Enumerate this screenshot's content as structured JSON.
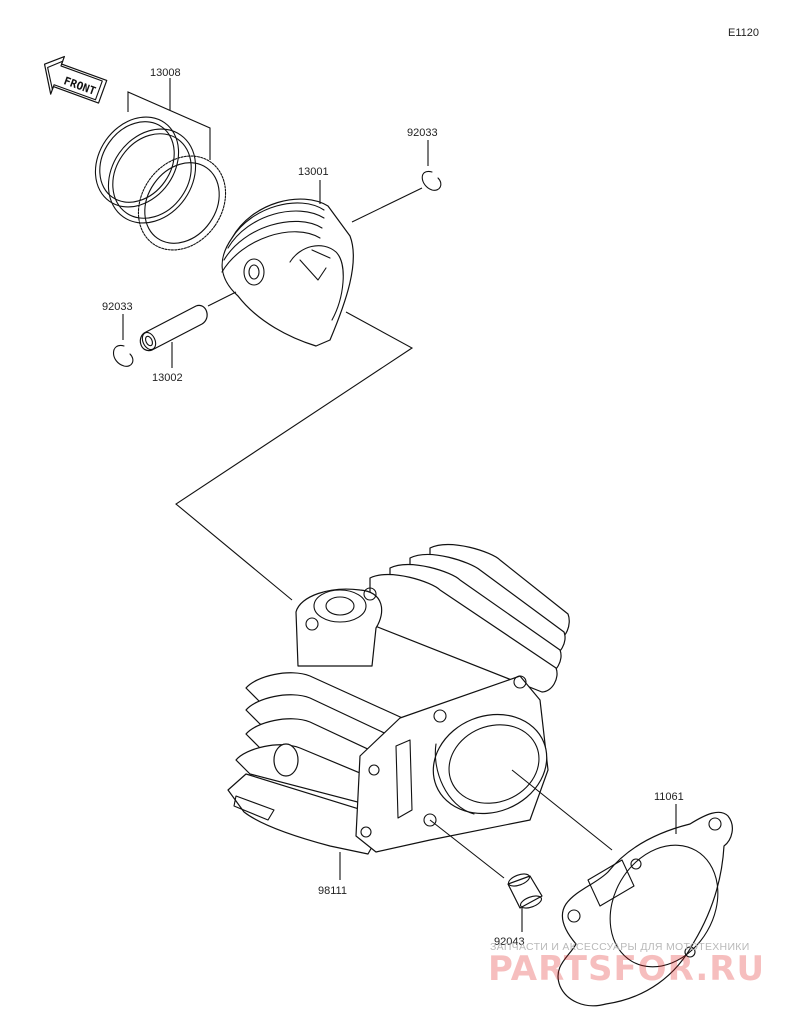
{
  "diagram": {
    "code": "E1120",
    "front_label": "FRONT",
    "parts": [
      {
        "id": "rings",
        "number": "13008"
      },
      {
        "id": "clip_right",
        "number": "92033"
      },
      {
        "id": "piston",
        "number": "13001"
      },
      {
        "id": "clip_left",
        "number": "92033"
      },
      {
        "id": "pin",
        "number": "13002"
      },
      {
        "id": "cylinder",
        "number": "98111"
      },
      {
        "id": "dowel",
        "number": "92043"
      },
      {
        "id": "gasket",
        "number": "11061"
      }
    ]
  },
  "watermark": {
    "tagline": "ЗАПЧАСТИ И АКСЕССУАРЫ ДЛЯ МОТОТЕХНИКИ",
    "brand": "PARTSFOR.RU"
  }
}
